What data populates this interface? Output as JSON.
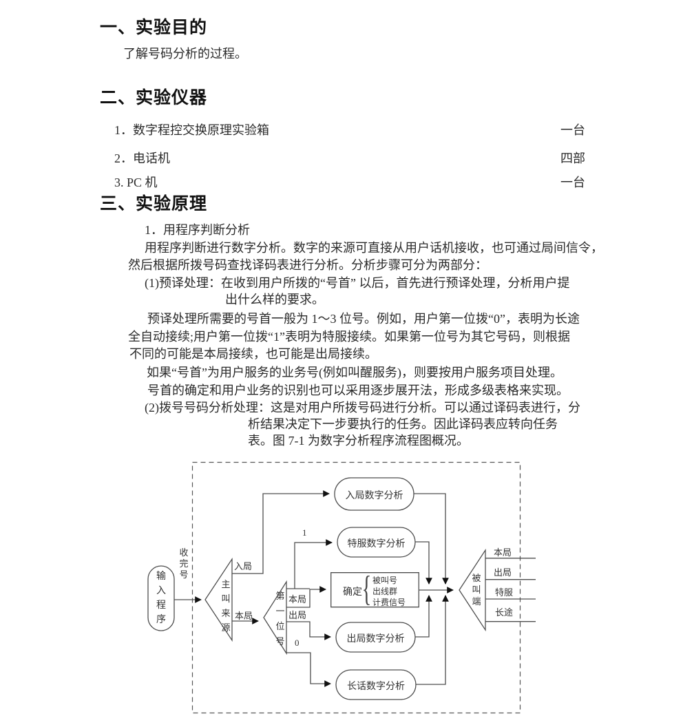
{
  "doc": {
    "h1": "一、实验目的",
    "h1_body": "了解号码分析的过程。",
    "h2": "二、实验仪器",
    "equipment": [
      {
        "name": "1．数字程控交换原理实验箱",
        "qty": "一台"
      },
      {
        "name": "2．电话机",
        "qty": "四部"
      },
      {
        "name": "3. PC 机",
        "qty": "一台"
      }
    ],
    "h3": "三、实验原理",
    "lines": [
      "1．用程序判断分析",
      "用程序判断进行数字分析。数字的来源可直接从用户话机接收，也可通过局间信令，",
      "然后根据所拨号码查找译码表进行分析。分析步骤可分为两部分：",
      "(1)预译处理：在收到用户所拨的“号首” 以后，首先进行预译处理，分析用户提",
      "出什么样的要求。",
      "预译处理所需要的号首一般为 1～3 位号。例如，用户第一位拨“0”，表明为长途",
      "全自动接续;用户第一位拨“1”表明为特服接续。如果第一位号为其它号码，则根据",
      "不同的可能是本局接续，也可能是出局接续。",
      "如果“号首”为用户服务的业务号(例如叫醒服务)，则要按用户服务项目处理。",
      "号首的确定和用户业务的识别也可以采用逐步展开法，形成多级表格来实现。",
      "(2)拨号号码分析处理：这是对用户所拨号码进行分析。可以通过译码表进行，分",
      "析结果决定下一步要执行的任务。因此译码表应转向任务",
      "表。图 7-1 为数字分析程序流程图概况。"
    ]
  },
  "diagram": {
    "input_program": "输入程序",
    "received_number": "收完号",
    "caller_source": "主叫来源",
    "incoming_label": "入局",
    "local_label": "本局",
    "first_digit": "第一位号",
    "digit_1": "1",
    "digit_0": "0",
    "branch_local": "本局",
    "branch_outgoing": "出局",
    "incoming_analysis": "入局数字分析",
    "special_analysis": "特服数字分析",
    "outgoing_analysis": "出局数字分析",
    "toll_analysis": "长话数字分析",
    "determine": "确定",
    "brace": "{",
    "determine_items": [
      "被叫号",
      "出线群",
      "计费信号"
    ],
    "called_end": "被叫端",
    "out_labels": [
      "本局",
      "出局",
      "特服",
      "长途"
    ],
    "line_color": "#4d4d4d",
    "arrow_color": "#111111"
  }
}
